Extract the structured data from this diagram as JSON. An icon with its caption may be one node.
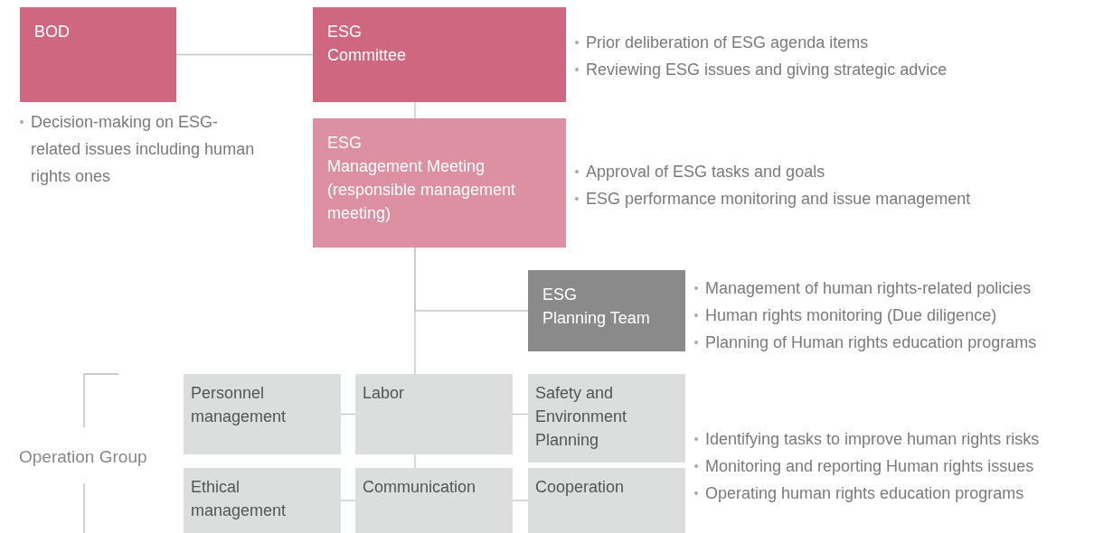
{
  "diagram": {
    "nodes": [
      {
        "text": [
          "BOD"
        ],
        "beside": [
          "Decision-making on ESG-related issues including human rights ones"
        ]
      },
      {
        "text": [
          "ESG",
          "Committee"
        ],
        "beside": [
          "Prior deliberation of ESG agenda items",
          "Reviewing ESG issues and giving strategic advice"
        ]
      },
      {
        "text": [
          "ESG",
          "Management Meeting",
          "(responsible management meeting)"
        ],
        "beside": [
          "Approval of ESG tasks and goals",
          "ESG performance monitoring and issue management"
        ]
      },
      {
        "text": [
          "ESG",
          "Planning Team"
        ],
        "beside": [
          "Management of human rights-related policies",
          "Human rights monitoring (Due diligence)",
          "Planning of Human rights education programs"
        ]
      },
      {
        "text": [
          "Personnel management"
        ]
      },
      {
        "text": [
          "Labor"
        ]
      },
      {
        "text": [
          "Safety and Environment Planning"
        ]
      },
      {
        "text": [
          "Ethical management"
        ]
      },
      {
        "text": [
          "Communication"
        ]
      },
      {
        "text": [
          "Cooperation"
        ]
      }
    ],
    "edges": [
      {
        "from": 0,
        "to": 1,
        "arrow": "none"
      },
      {
        "from": 1,
        "to": 2,
        "arrow": "none"
      },
      {
        "from": 2,
        "to": 5,
        "arrow": "none"
      },
      {
        "from": 2,
        "to": 3,
        "arrow": "none"
      },
      {
        "from": 4,
        "to": 5,
        "arrow": "none"
      },
      {
        "from": 5,
        "to": 6,
        "arrow": "none"
      },
      {
        "from": 5,
        "to": 8,
        "arrow": "none"
      },
      {
        "from": 7,
        "to": 8,
        "arrow": "none"
      },
      {
        "from": 8,
        "to": 9,
        "arrow": "none"
      }
    ],
    "labels": [
      "Operation Group",
      "Identifying tasks to improve human rights risks",
      "Monitoring and reporting Human rights issues",
      "Operating human rights education programs"
    ]
  }
}
